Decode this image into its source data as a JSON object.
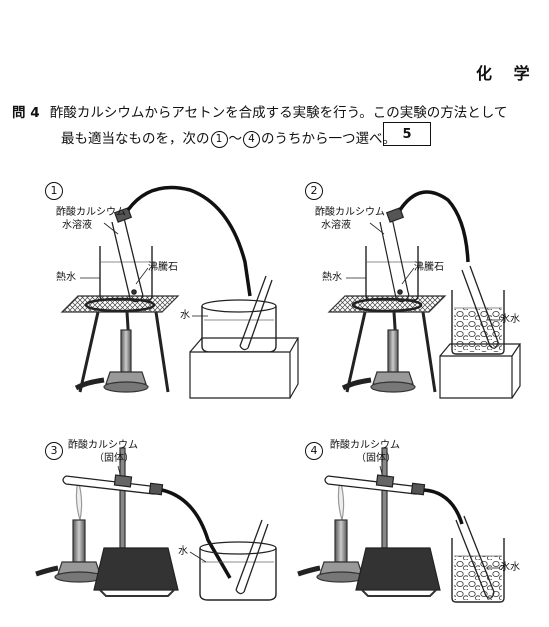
{
  "header": {
    "subject": "化 学"
  },
  "question": {
    "number": "問 4",
    "line1": "酢酸カルシウムからアセトンを合成する実験を行う。この実験の方法として",
    "line2_pre": "最も適当なものを，次の",
    "range_start": "1",
    "range_sep": "～",
    "range_end": "4",
    "line2_post": "のうちから一つ選べ。",
    "answer_box": "5"
  },
  "panels": [
    {
      "marker": "1",
      "reagent_line1": "酢酸カルシウム",
      "reagent_line2": "水溶液",
      "hot_water": "熱水",
      "boiling_stone": "沸騰石",
      "collector": "水"
    },
    {
      "marker": "2",
      "reagent_line1": "酢酸カルシウム",
      "reagent_line2": "水溶液",
      "hot_water": "熱水",
      "boiling_stone": "沸騰石",
      "collector": "氷水"
    },
    {
      "marker": "3",
      "reagent_line1": "酢酸カルシウム",
      "reagent_line2": "（固体）",
      "collector": "水"
    },
    {
      "marker": "4",
      "reagent_line1": "酢酸カルシウム",
      "reagent_line2": "（固体）",
      "collector": "氷水"
    }
  ]
}
